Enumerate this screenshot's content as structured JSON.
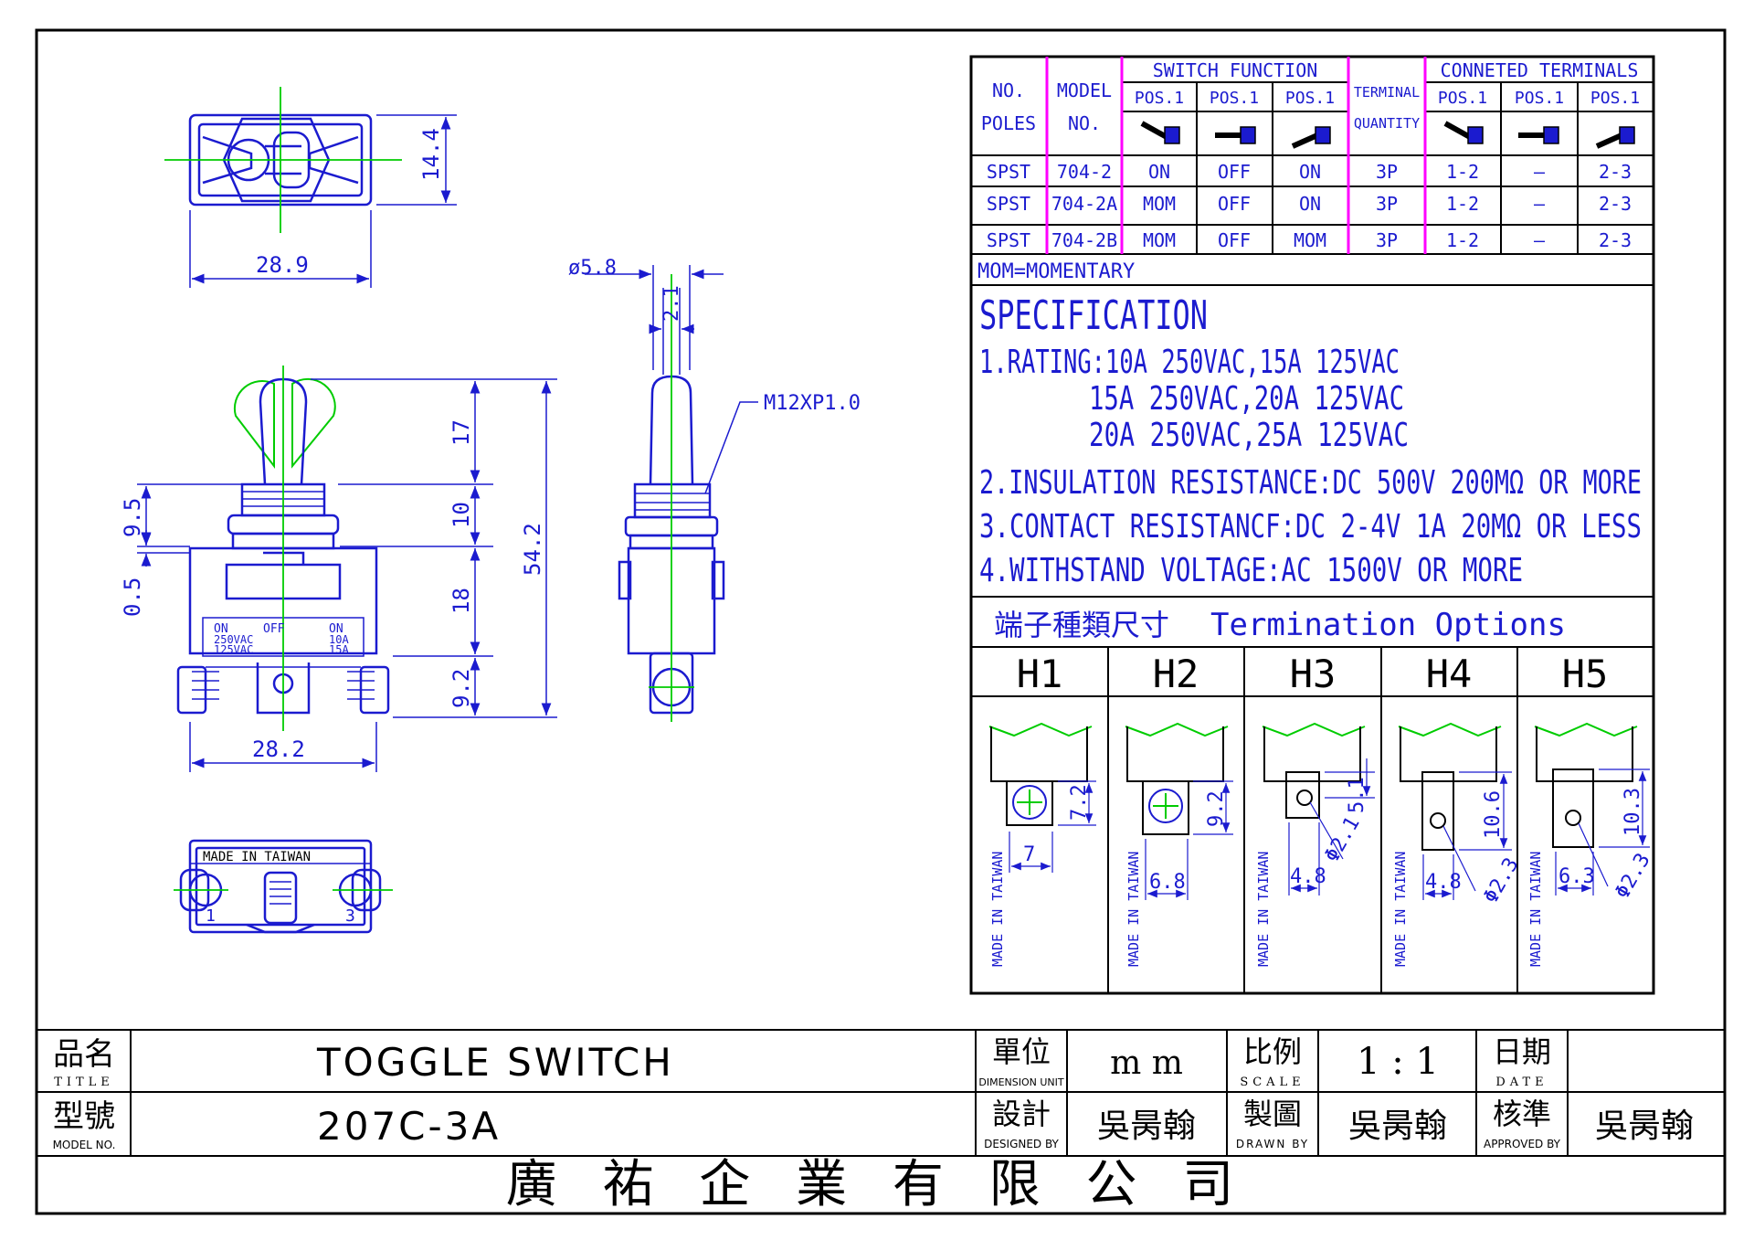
{
  "drawings": {
    "top_view": {
      "width_dim": "28.9",
      "height_dim": "14.4"
    },
    "front_view": {
      "dims": {
        "d17": "17",
        "d10": "10",
        "d18": "18",
        "d9_2": "9.2",
        "d54_2": "54.2",
        "d9_5": "9.5",
        "d0_5": "0.5",
        "d28_2": "28.2"
      },
      "label_on_left": "ON",
      "label_off": "OFF",
      "label_on_right": "ON",
      "label_250": "250VAC",
      "label_125": "125VAC",
      "label_10a": "10A",
      "label_15a": "15A"
    },
    "side_view": {
      "dia": "ø5.8",
      "d2_1": "2.1",
      "thread": "M12XP1.0"
    },
    "bottom_view": {
      "made_in": "MADE IN TAIWAN",
      "term1": "1",
      "term3": "3"
    }
  },
  "table": {
    "h_no_poles_1": "NO.",
    "h_no_poles_2": "POLES",
    "h_model_1": "MODEL",
    "h_model_2": "NO.",
    "h_switch_function": "SWITCH FUNCTION",
    "h_terminal_1": "TERMINAL",
    "h_terminal_2": "QUANTITY",
    "h_connected_terminals": "CONNETED TERMINALS",
    "pos_labels": [
      "POS.1",
      "POS.1",
      "POS.1",
      "POS.1",
      "POS.1",
      "POS.1"
    ],
    "rows": [
      [
        "SPST",
        "704-2",
        "ON",
        "OFF",
        "ON",
        "3P",
        "1-2",
        "—",
        "2-3"
      ],
      [
        "SPST",
        "704-2A",
        "MOM",
        "OFF",
        "ON",
        "3P",
        "1-2",
        "—",
        "2-3"
      ],
      [
        "SPST",
        "704-2B",
        "MOM",
        "OFF",
        "MOM",
        "3P",
        "1-2",
        "—",
        "2-3"
      ]
    ],
    "note": "MOM=MOMENTARY"
  },
  "specification": {
    "title": "SPECIFICATION",
    "lines": [
      "1.RATING:10A 250VAC,15A 125VAC",
      "15A 250VAC,20A 125VAC",
      "20A 250VAC,25A 125VAC",
      "2.INSULATION RESISTANCE:DC 500V 200MΩ OR MORE",
      "3.CONTACT RESISTANCF:DC 2-4V 1A 20MΩ OR LESS",
      "4.WITHSTAND VOLTAGE:AC 1500V OR MORE"
    ]
  },
  "termination": {
    "title_cn": "端子種類尺寸",
    "title_en": "Termination Options",
    "made_in": "MADE IN TAIWAN",
    "options": [
      {
        "label": "H1",
        "dim_w": "7",
        "dim_h": "7.2",
        "dim_d": ""
      },
      {
        "label": "H2",
        "dim_w": "6.8",
        "dim_h": "9.2",
        "dim_d": ""
      },
      {
        "label": "H3",
        "dim_w": "4.8",
        "dim_h": "5.1",
        "dim_d": "Φ2.1"
      },
      {
        "label": "H4",
        "dim_w": "4.8",
        "dim_h": "10.6",
        "dim_d": "Φ2.3"
      },
      {
        "label": "H5",
        "dim_w": "6.3",
        "dim_h": "10.3",
        "dim_d": "Φ2.3"
      }
    ]
  },
  "title_block": {
    "title_cn": "品名",
    "title_en": "TITLE",
    "title_value": "TOGGLE SWITCH",
    "unit_cn": "單位",
    "unit_en": "DIMENSION UNIT",
    "unit_value": "m m",
    "scale_cn": "比例",
    "scale_en": "SCALE",
    "scale_value": "1 : 1",
    "date_cn": "日期",
    "date_en": "DATE",
    "date_value": "",
    "model_cn": "型號",
    "model_en": "MODEL NO.",
    "model_value": "207C-3A",
    "design_cn": "設計",
    "design_en": "DESIGNED BY",
    "design_value": "吳昺翰",
    "drawn_cn": "製圖",
    "drawn_en": "DRAWN BY",
    "drawn_value": "吳昺翰",
    "approved_cn": "核準",
    "approved_en": "APPROVED BY",
    "approved_value": "吳昺翰",
    "company": "廣 祐 企 業 有 限 公 司"
  },
  "colors": {
    "line": "#1b1bcf",
    "center": "#00cc00",
    "accent": "#ff00ff",
    "black": "#000000"
  }
}
